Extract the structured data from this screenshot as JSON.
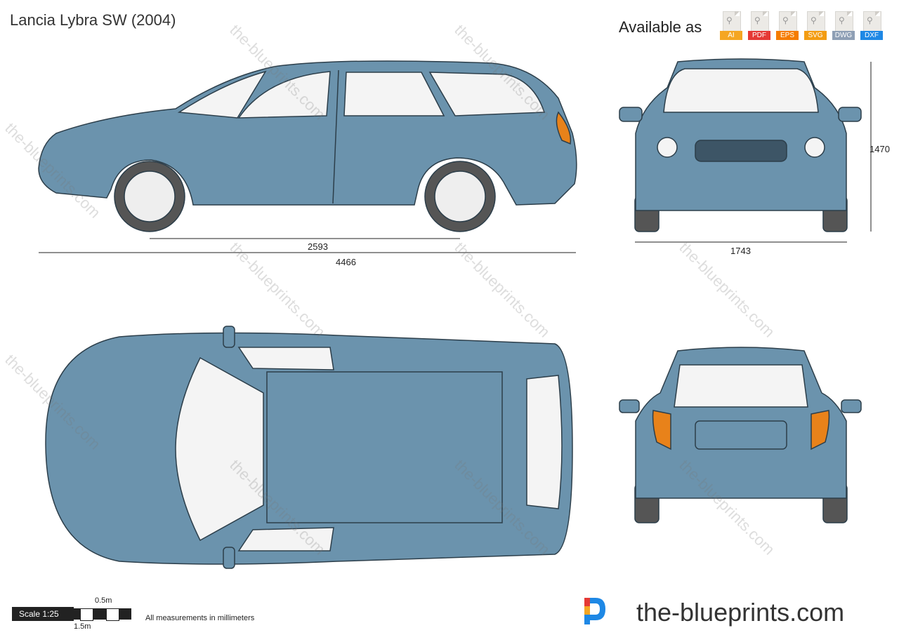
{
  "title": "Lancia Lybra SW (2004)",
  "available_label": "Available as",
  "formats": [
    {
      "label": "AI",
      "color": "#f5a623"
    },
    {
      "label": "PDF",
      "color": "#e53935"
    },
    {
      "label": "EPS",
      "color": "#f57c00"
    },
    {
      "label": "SVG",
      "color": "#f39c12"
    },
    {
      "label": "DWG",
      "color": "#8e9fb5"
    },
    {
      "label": "DXF",
      "color": "#1e88e5"
    }
  ],
  "dimensions": {
    "wheelbase": "2593",
    "length": "4466",
    "width": "1743",
    "height": "1470"
  },
  "watermark": "the-blueprints.com",
  "scale": {
    "label": "Scale 1:25",
    "top_mark": "0.5m",
    "bottom_mark": "1.5m",
    "note": "All measurements in millimeters"
  },
  "brand": "the-blueprints.com",
  "colors": {
    "body": "#6b93ad",
    "outline": "#2c3e4a",
    "glass": "#f4f4f4",
    "tyre": "#555555",
    "light": "#e8821a"
  }
}
